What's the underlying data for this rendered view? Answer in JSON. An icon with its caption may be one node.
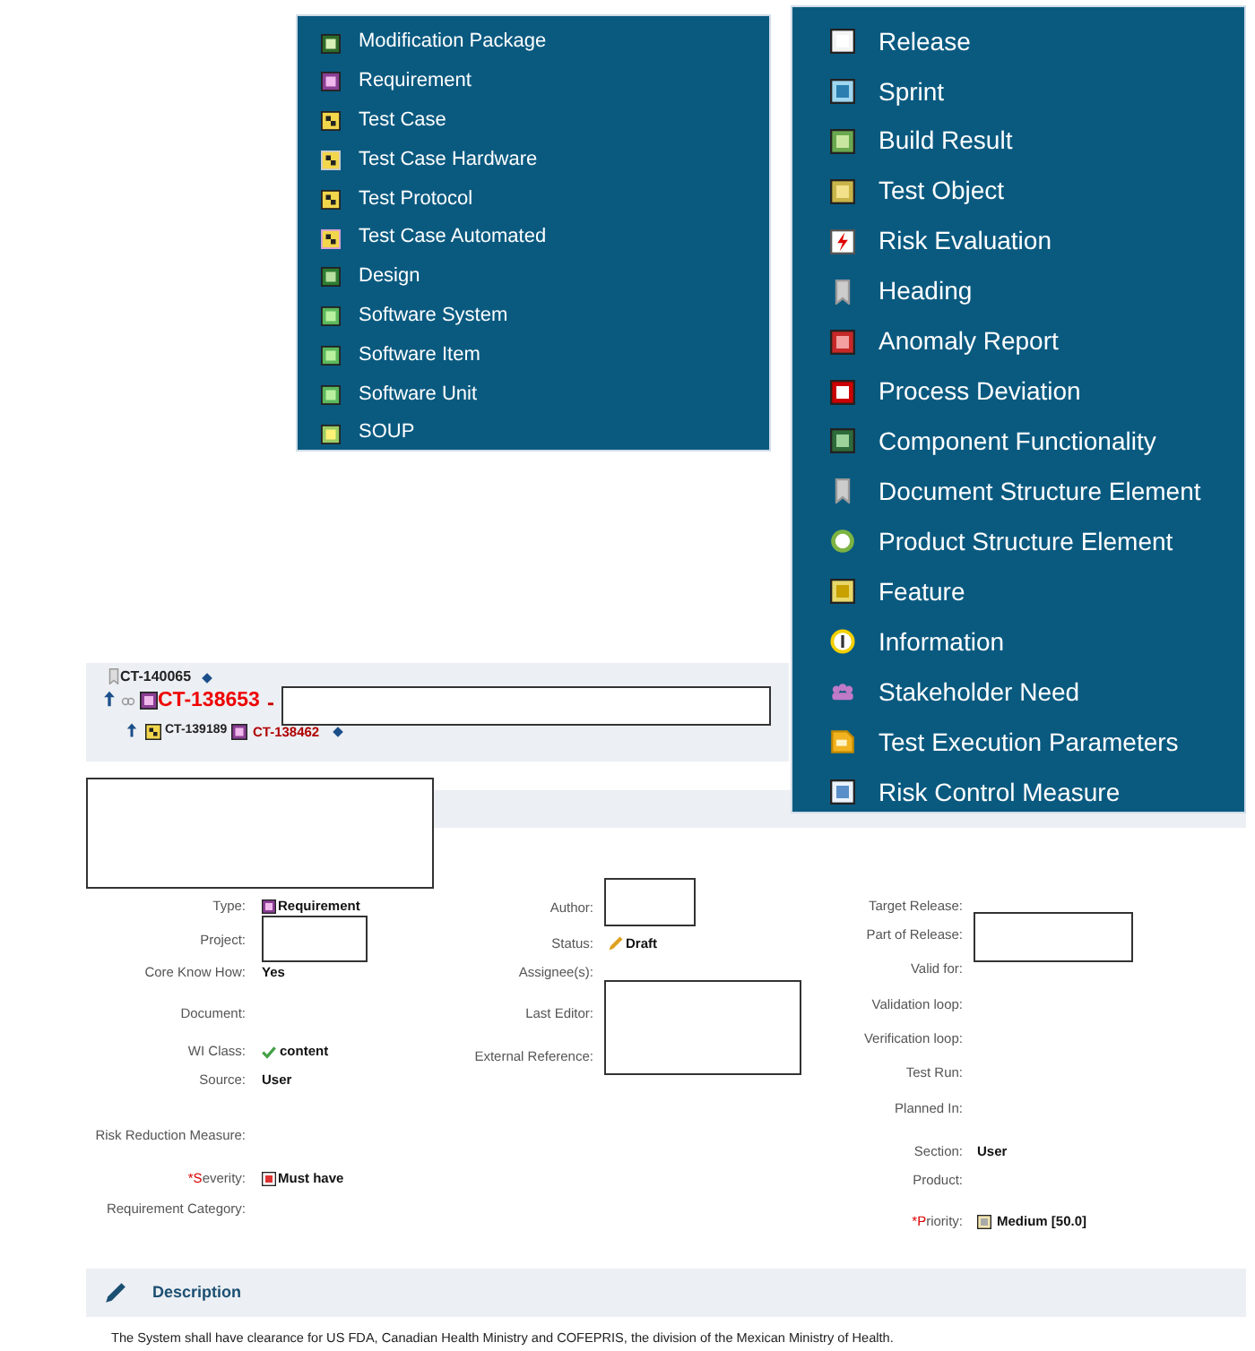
{
  "diagram": {
    "nodes": [
      {
        "text": [
          "Modification Package",
          "Requirement",
          "Test Case",
          "Test Case Hardware",
          "Test Protocol",
          "Test Case Automated",
          "Design",
          "Software System",
          "Software Item",
          "Software Unit",
          "SOUP"
        ]
      },
      {
        "text": [
          "Release",
          "Sprint",
          "Build Result",
          "Test Object",
          "Risk Evaluation",
          "Heading",
          "Anomaly Report",
          "Process Deviation",
          "Component Functionality",
          "Document Structure Element",
          "Product Structure Element",
          "Feature",
          "Information",
          "Stakeholder Need",
          "Test Execution Parameters",
          "Risk Control Measure"
        ]
      },
      {
        "text": [
          "CT-140065",
          "CT-138653",
          "-",
          "CT-139189",
          "CT-138462"
        ]
      },
      {
        "text": [],
        "shape": "box",
        "in": 2
      },
      {
        "text": [],
        "shape": "box"
      },
      {
        "text": [],
        "shape": "box"
      },
      {
        "text": [],
        "shape": "box"
      },
      {
        "text": [],
        "shape": "box"
      },
      {
        "text": [],
        "shape": "box"
      },
      {
        "text": [
          "Description"
        ]
      }
    ],
    "labels": [
      "Type:",
      "Requirement",
      "Project:",
      "Core Know How:",
      "Yes",
      "Document:",
      "WI Class:",
      "content",
      "Source:",
      "User",
      "Risk Reduction Measure:",
      "*Severity:",
      "Must have",
      "Requirement Category:",
      "Author:",
      "Status:",
      "Draft",
      "Assignee(s):",
      "Last Editor:",
      "External Reference:",
      "Target Release:",
      "Part of Release:",
      "Valid for:",
      "Validation loop:",
      "Verification loop:",
      "Test Run:",
      "Planned In:",
      "Section:",
      "User",
      "Product:",
      "*Priority:",
      "Medium [50.0]",
      "The System shall have clearance for US FDA, Canadian Health Ministry and COFEPRIS, the division of the Mexican Ministry of Health."
    ]
  }
}
